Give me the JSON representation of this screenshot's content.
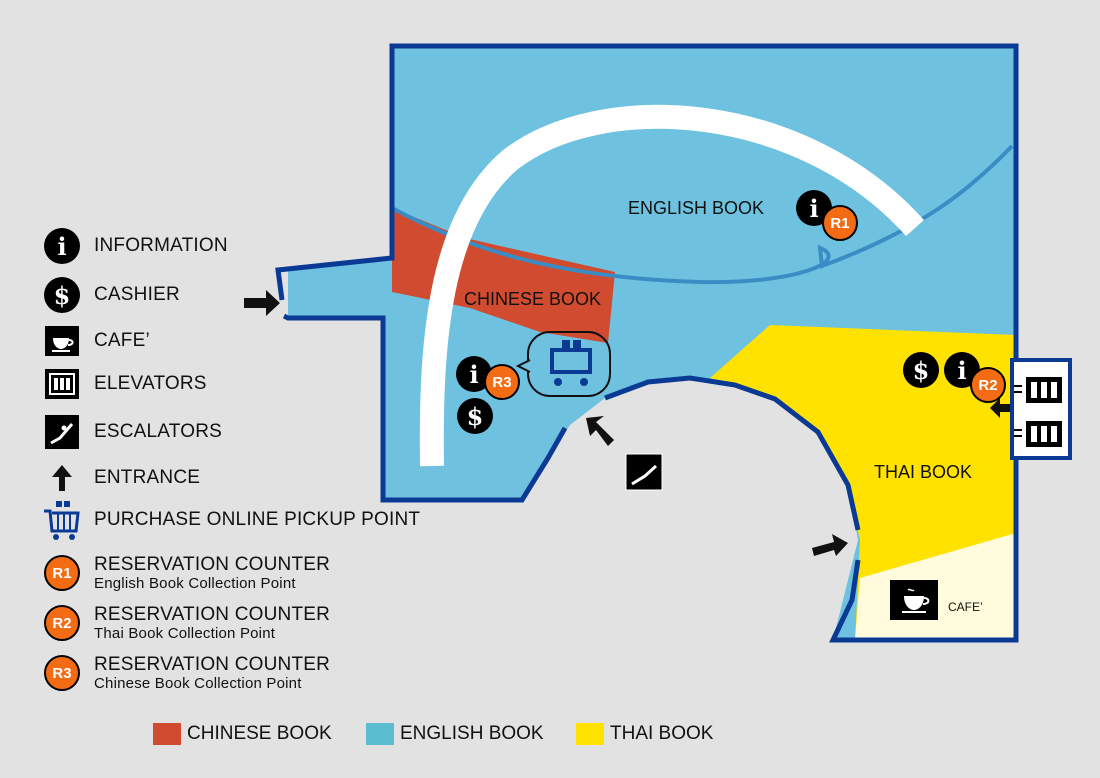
{
  "legend": {
    "items": [
      {
        "icon": "info-icon",
        "label": "INFORMATION"
      },
      {
        "icon": "dollar-icon",
        "label": "CASHIER"
      },
      {
        "icon": "coffee-cup-icon",
        "label": "CAFE’"
      },
      {
        "icon": "elevator-icon",
        "label": "ELEVATORS"
      },
      {
        "icon": "escalator-icon",
        "label": "ESCALATORS"
      },
      {
        "icon": "arrow-up-icon",
        "label": "ENTRANCE"
      },
      {
        "icon": "shopping-cart-icon",
        "label": "PURCHASE ONLINE PICKUP POINT"
      }
    ],
    "reservations": [
      {
        "badge": "R1",
        "title": "RESERVATION COUNTER",
        "subtitle": "English Book Collection Point"
      },
      {
        "badge": "R2",
        "title": "RESERVATION COUNTER",
        "subtitle": "Thai Book Collection Point"
      },
      {
        "badge": "R3",
        "title": "RESERVATION COUNTER",
        "subtitle": "Chinese Book Collection Point"
      }
    ]
  },
  "map": {
    "english_label": "ENGLISH BOOK",
    "chinese_label": "CHINESE  BOOK",
    "thai_label": "THAI BOOK",
    "cafe_label": "CAFE’",
    "badges": {
      "r1": "R1",
      "r2": "R2",
      "r3": "R3"
    }
  },
  "swatches": [
    {
      "label": "CHINESE BOOK",
      "color": "#d14b30"
    },
    {
      "label": "ENGLISH BOOK",
      "color": "#5bbdd0"
    },
    {
      "label": "THAI BOOK",
      "color": "#ffe200"
    }
  ],
  "colors": {
    "english": "#6ec2e0",
    "chinese": "#d14b30",
    "thai": "#ffe200",
    "cafe": "#fffbdc",
    "wall": "#0b3a94",
    "badge": "#f36b12"
  }
}
